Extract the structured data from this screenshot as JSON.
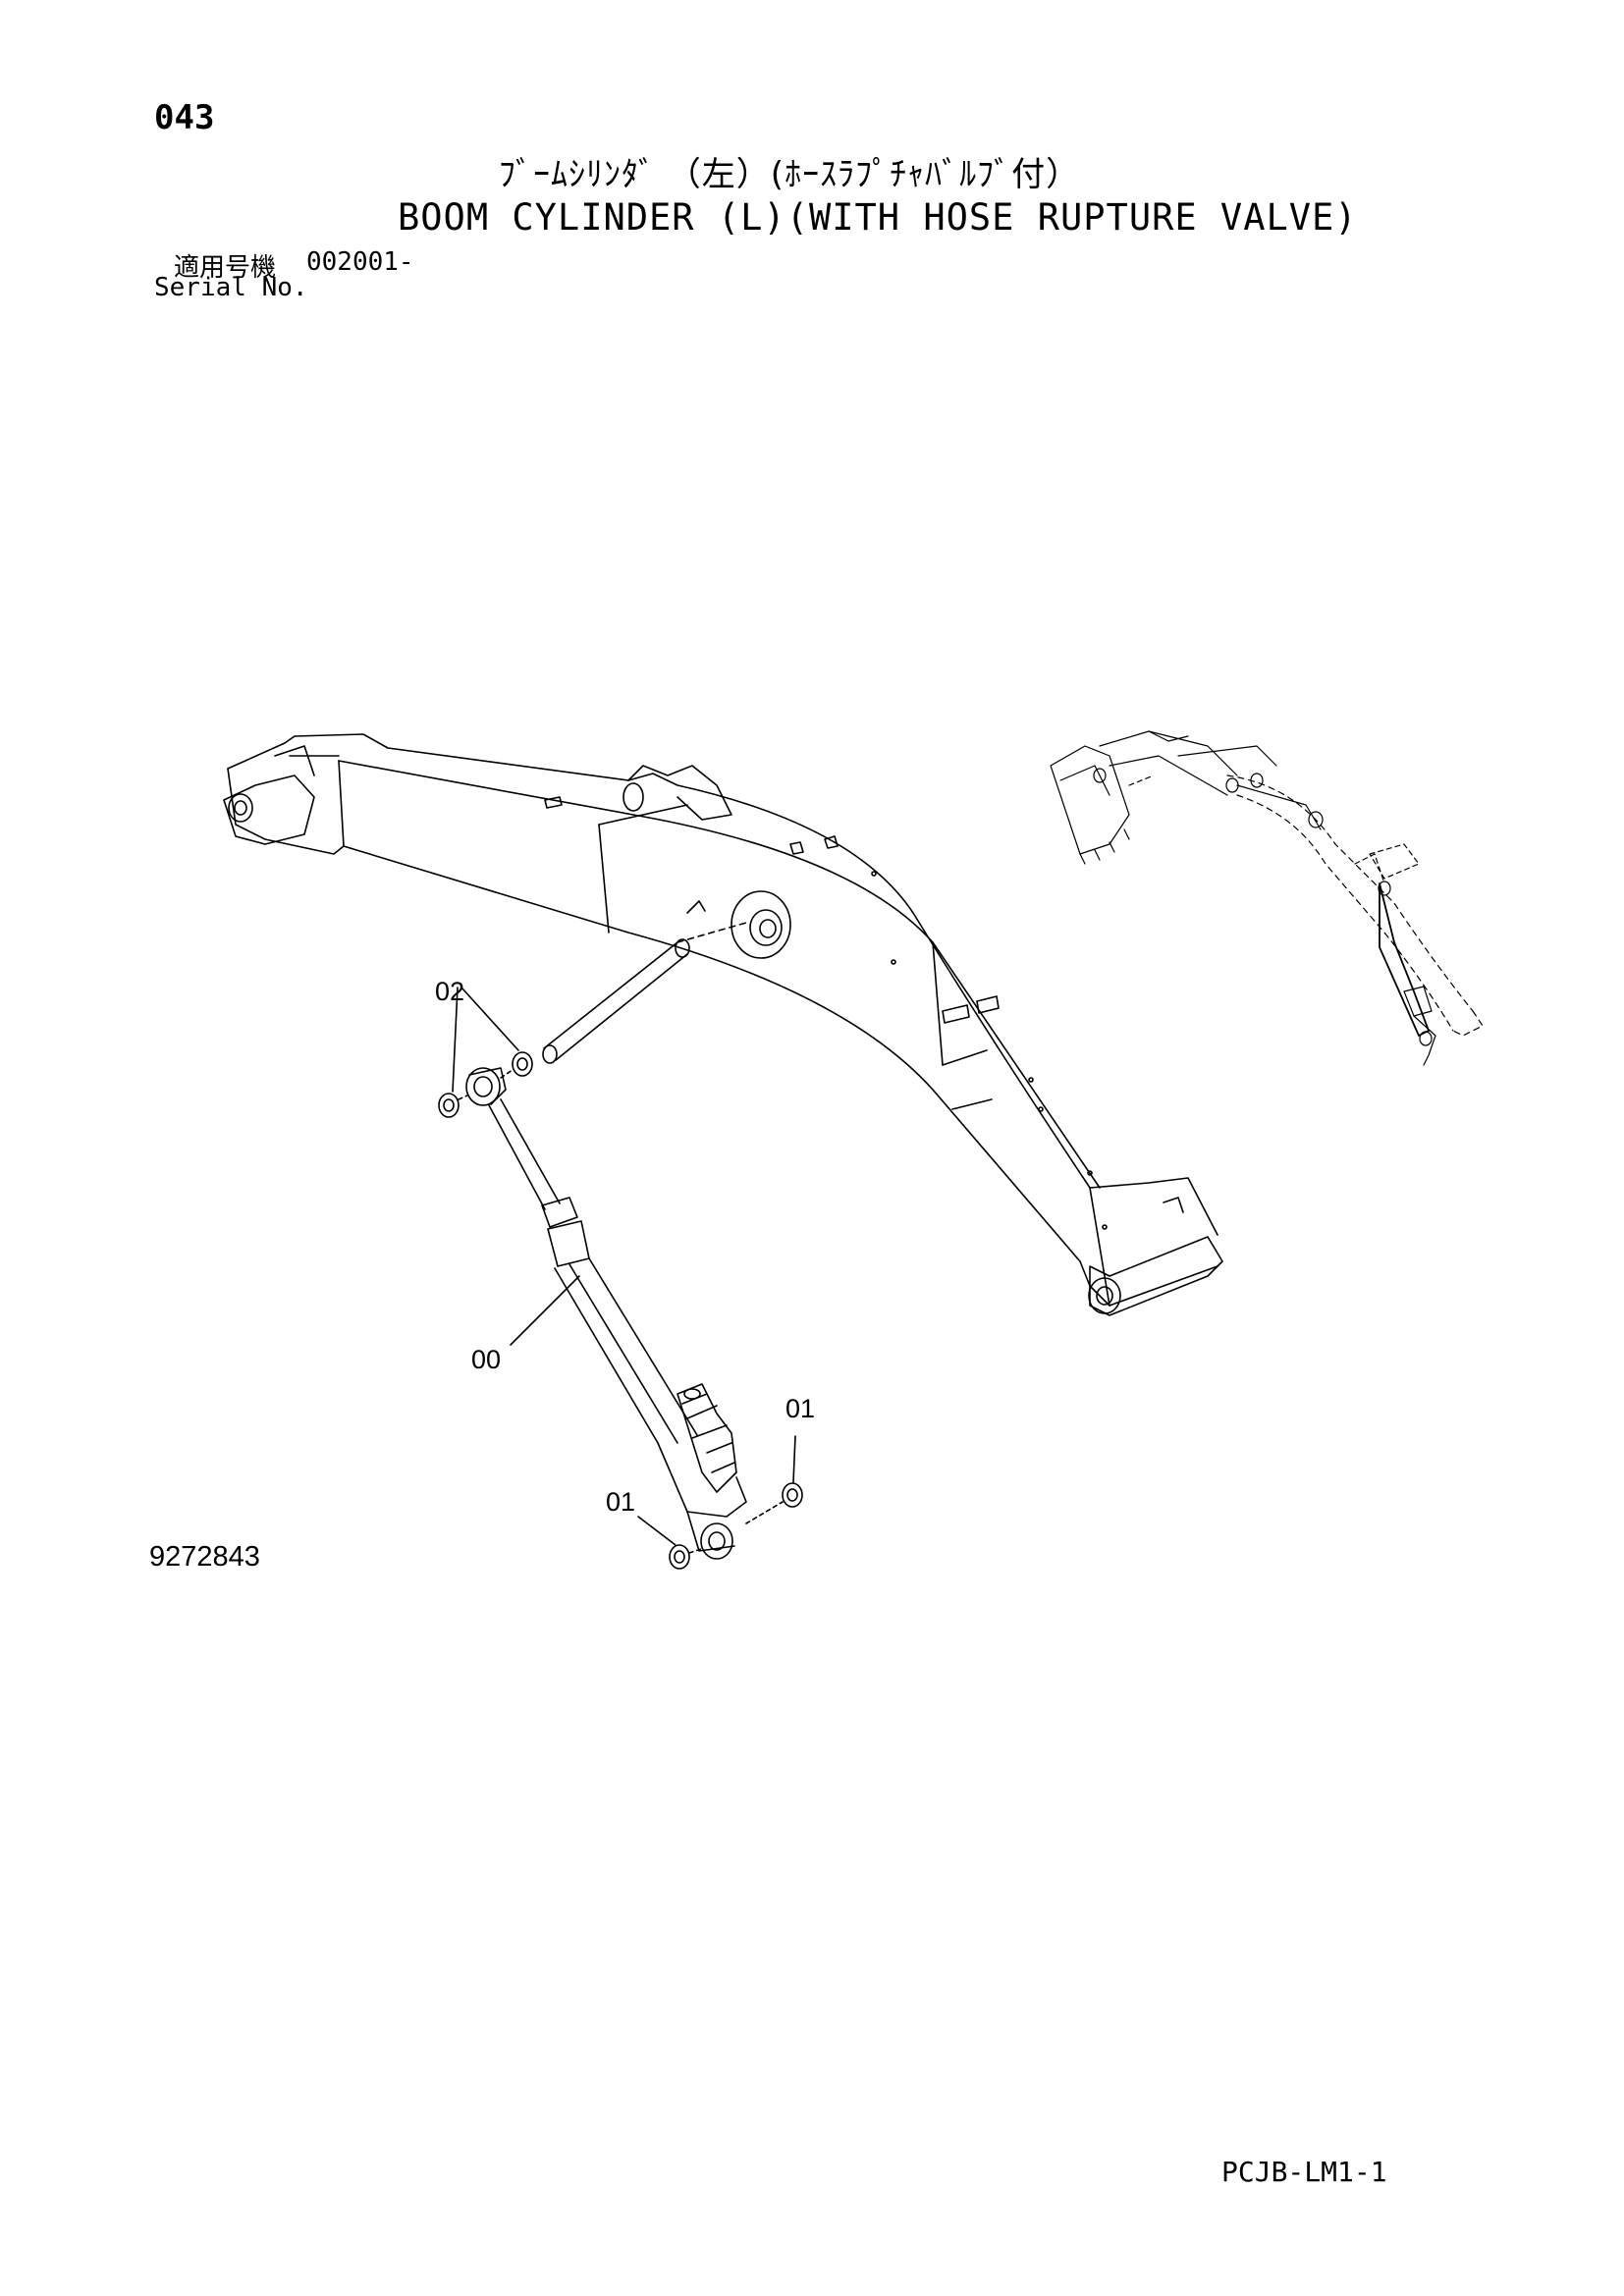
{
  "header": {
    "page_number": "043",
    "title_jp": "ﾌﾞｰﾑｼﾘﾝﾀﾞ （左）(ﾎｰｽﾗﾌﾟﾁｬﾊﾞﾙﾌﾞ付）",
    "title_en": "BOOM CYLINDER (L)(WITH HOSE RUPTURE VALVE)",
    "serial_label_jp": "適用号機",
    "serial_value": "002001-",
    "serial_label_en": "Serial No."
  },
  "callouts": {
    "item_02": "02",
    "item_00": "00",
    "item_01_right": "01",
    "item_01_left": "01"
  },
  "footer": {
    "drawing_number": "9272843",
    "doc_code": "PCJB-LM1-1"
  }
}
